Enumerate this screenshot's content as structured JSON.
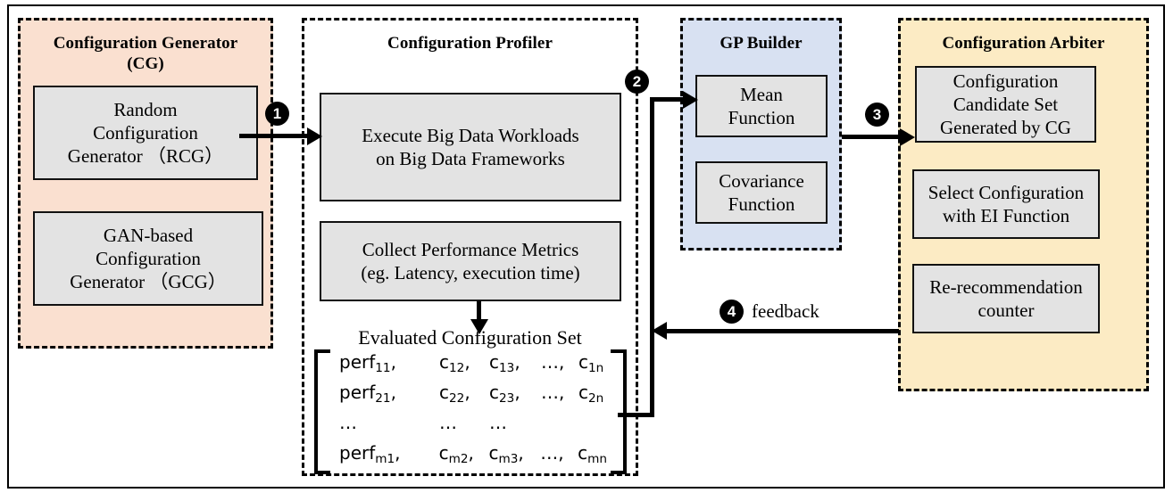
{
  "diagram": {
    "title_hidden": "",
    "panels": [
      {
        "id": "cg",
        "title_line1": "Configuration Generator",
        "title_line2": "(CG)",
        "color": "#FAE0D0",
        "boxes": [
          {
            "lines": [
              "Random",
              "Configuration",
              "Generator （RCG）"
            ]
          },
          {
            "lines": [
              "GAN-based",
              "Configuration",
              "Generator （GCG）"
            ]
          }
        ]
      },
      {
        "id": "profiler",
        "title_line1": "Configuration Profiler",
        "title_line2": "",
        "color": "#FFFFFF",
        "boxes": [
          {
            "lines": [
              "Execute Big Data Workloads",
              "on Big Data Frameworks"
            ]
          },
          {
            "lines": [
              "Collect Performance Metrics",
              "(eg. Latency, execution time)"
            ]
          }
        ],
        "set_label": "Evaluated Configuration Set"
      },
      {
        "id": "gp",
        "title_line1": "GP Builder",
        "title_line2": "",
        "color": "#D8E1F2",
        "boxes": [
          {
            "lines": [
              "Mean",
              "Function"
            ]
          },
          {
            "lines": [
              "Covariance",
              "Function"
            ]
          }
        ]
      },
      {
        "id": "arbiter",
        "title_line1": "Configuration Arbiter",
        "title_line2": "",
        "color": "#FCEBC4",
        "boxes": [
          {
            "lines": [
              "Configuration",
              "Candidate Set",
              "Generated by CG"
            ]
          },
          {
            "lines": [
              "Select Configuration",
              "with EI Function"
            ]
          },
          {
            "lines": [
              "Re-recommendation",
              "counter"
            ]
          }
        ]
      }
    ],
    "steps": [
      {
        "num": "1",
        "label": ""
      },
      {
        "num": "2",
        "label": ""
      },
      {
        "num": "3",
        "label": ""
      },
      {
        "num": "4",
        "label": "feedback"
      }
    ],
    "matrix": {
      "rows": [
        {
          "cells": [
            "perf",
            "c",
            "c",
            "…",
            "c"
          ],
          "subs": [
            "11",
            "12",
            "13",
            "",
            "1n"
          ]
        },
        {
          "cells": [
            "perf",
            "c",
            "c",
            "…",
            "c"
          ],
          "subs": [
            "21",
            "22",
            "23",
            "",
            "2n"
          ]
        },
        {
          "cells": [
            "…",
            "…",
            "…",
            "",
            ""
          ],
          "subs": [
            "",
            "",
            "",
            "",
            ""
          ]
        },
        {
          "cells": [
            "perf",
            "c",
            "c",
            "…",
            "c"
          ],
          "subs": [
            "m1",
            "m2",
            "m3",
            "",
            "mn"
          ]
        }
      ],
      "separators": {
        "comma": ",",
        "ellipsis": "…"
      }
    }
  }
}
